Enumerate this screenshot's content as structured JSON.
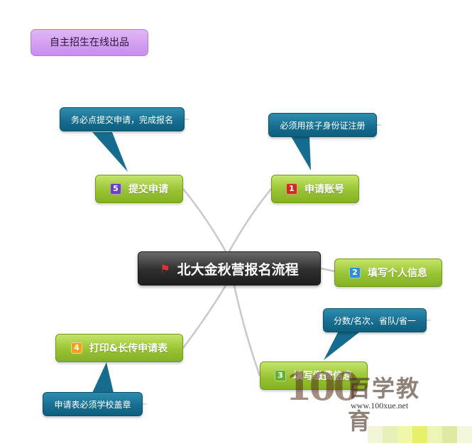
{
  "tag": {
    "label": "自主招生在线出品"
  },
  "center": {
    "label": "北大金秋营报名流程",
    "icon": "red-flag-icon"
  },
  "nodes": [
    {
      "number": "1",
      "label": "申请账号",
      "badge_color": "#d42828"
    },
    {
      "number": "2",
      "label": "填写个人信息",
      "badge_color": "#2a8fd6"
    },
    {
      "number": "3",
      "label": "填写缴费信息",
      "badge_color": "#62b22c"
    },
    {
      "number": "4",
      "label": "打印&长传申请表",
      "badge_color": "#f0a21a"
    },
    {
      "number": "5",
      "label": "提交申请",
      "badge_color": "#6a3fbf"
    }
  ],
  "callouts": [
    {
      "label": "必须用孩子身份证注册"
    },
    {
      "label": "分数/名次、省队/省一"
    },
    {
      "label": "申请表必须学校盖章"
    },
    {
      "label": "务必点提交申请，完成报名"
    }
  ],
  "watermark": {
    "logo": "100",
    "chinese": "百学教育",
    "url": "www.100xue.net"
  },
  "colors": {
    "node_green": "#98c434",
    "center_dark": "#2e2e2e",
    "callout_blue": "#166c8e",
    "tag_purple": "#c98ded"
  }
}
